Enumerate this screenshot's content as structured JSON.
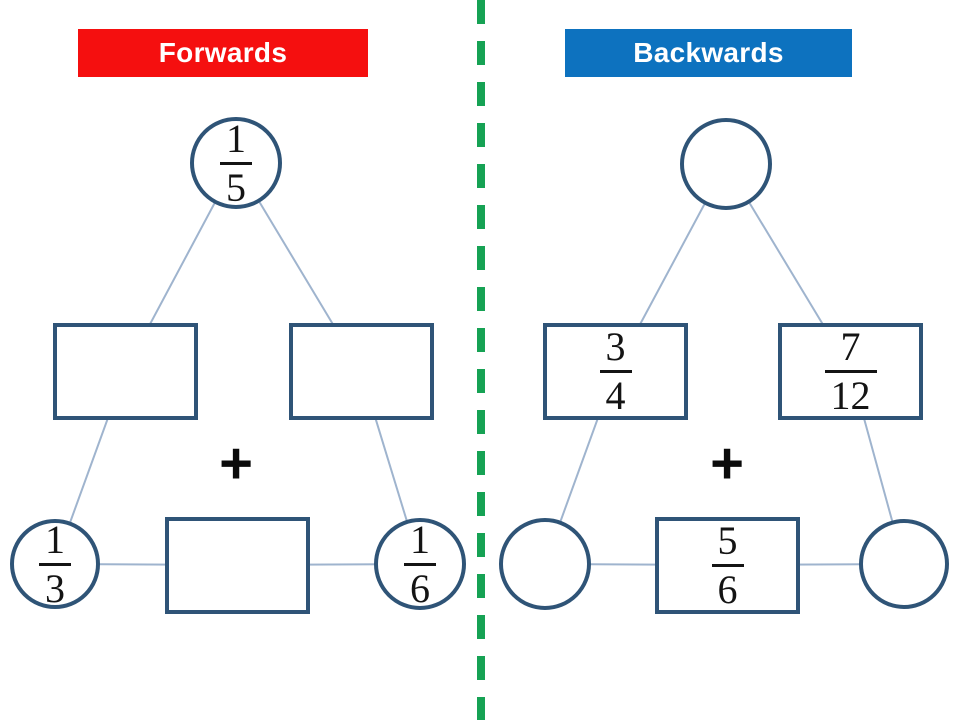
{
  "colors": {
    "forwards_banner": "#f50f0f",
    "backwards_banner": "#0d72bf",
    "shape_outline": "#2f5477",
    "connector_line": "#9fb4ce",
    "divider_green": "#16a254",
    "fraction_text": "#141414"
  },
  "divider": {
    "style": "dashed-vertical"
  },
  "forwards": {
    "banner_label": "Forwards",
    "plus_label": "+",
    "top_circle": {
      "num": "1",
      "den": "5"
    },
    "mid_left_box": {
      "num": "",
      "den": ""
    },
    "mid_right_box": {
      "num": "",
      "den": ""
    },
    "bottom_left_circle": {
      "num": "1",
      "den": "3"
    },
    "bottom_box": {
      "num": "",
      "den": ""
    },
    "bottom_right_circle": {
      "num": "1",
      "den": "6"
    }
  },
  "backwards": {
    "banner_label": "Backwards",
    "plus_label": "+",
    "top_circle": {
      "num": "",
      "den": ""
    },
    "mid_left_box": {
      "num": "3",
      "den": "4"
    },
    "mid_right_box": {
      "num": "7",
      "den": "12"
    },
    "bottom_left_circle": {
      "num": "",
      "den": ""
    },
    "bottom_box": {
      "num": "5",
      "den": "6"
    },
    "bottom_right_circle": {
      "num": "",
      "den": ""
    }
  }
}
